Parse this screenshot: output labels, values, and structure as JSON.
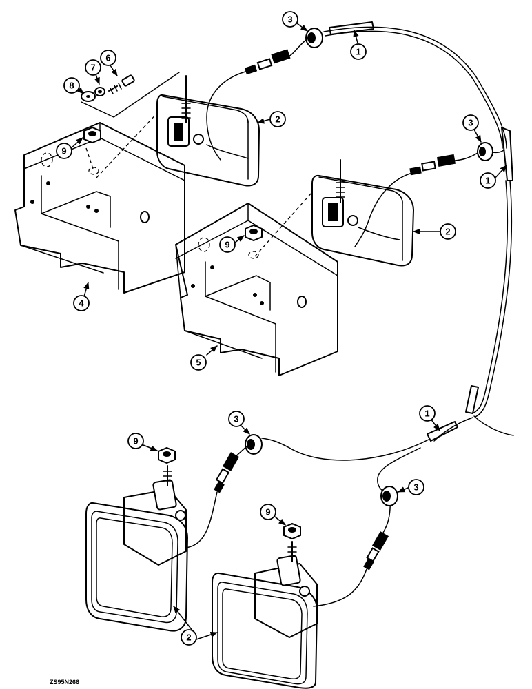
{
  "callouts": {
    "c1a": "1",
    "c1b": "1",
    "c1c": "1",
    "c2a": "2",
    "c2b": "2",
    "c2c": "2",
    "c3a": "3",
    "c3b": "3",
    "c3c": "3",
    "c3d": "3",
    "c4": "4",
    "c5": "5",
    "c6": "6",
    "c7": "7",
    "c8": "8",
    "c9a": "9",
    "c9b": "9",
    "c9c": "9",
    "c9d": "9"
  },
  "figure_code": "ZS95N266"
}
